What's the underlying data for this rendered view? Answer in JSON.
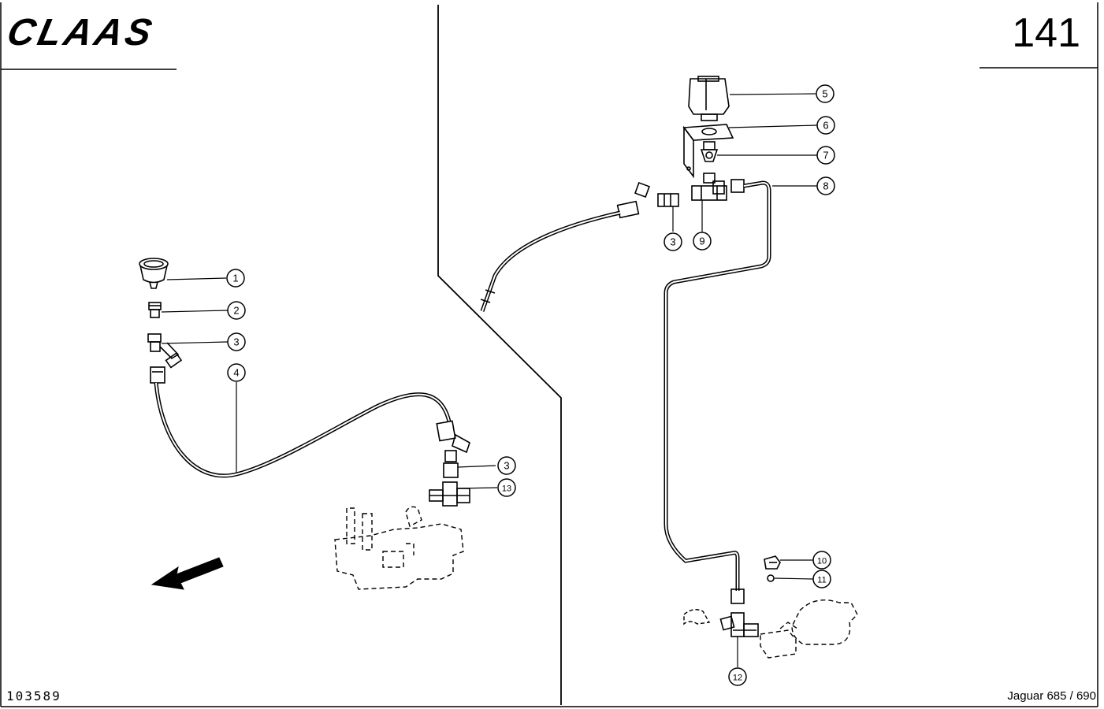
{
  "header": {
    "brand": "CLAAS",
    "page_number": "141"
  },
  "footer": {
    "drawing_number": "103589",
    "model": "Jaguar 685 / 690"
  },
  "callouts": [
    "1",
    "2",
    "3",
    "4",
    "3",
    "13",
    "5",
    "6",
    "7",
    "8",
    "3",
    "9",
    "10",
    "11",
    "12"
  ]
}
